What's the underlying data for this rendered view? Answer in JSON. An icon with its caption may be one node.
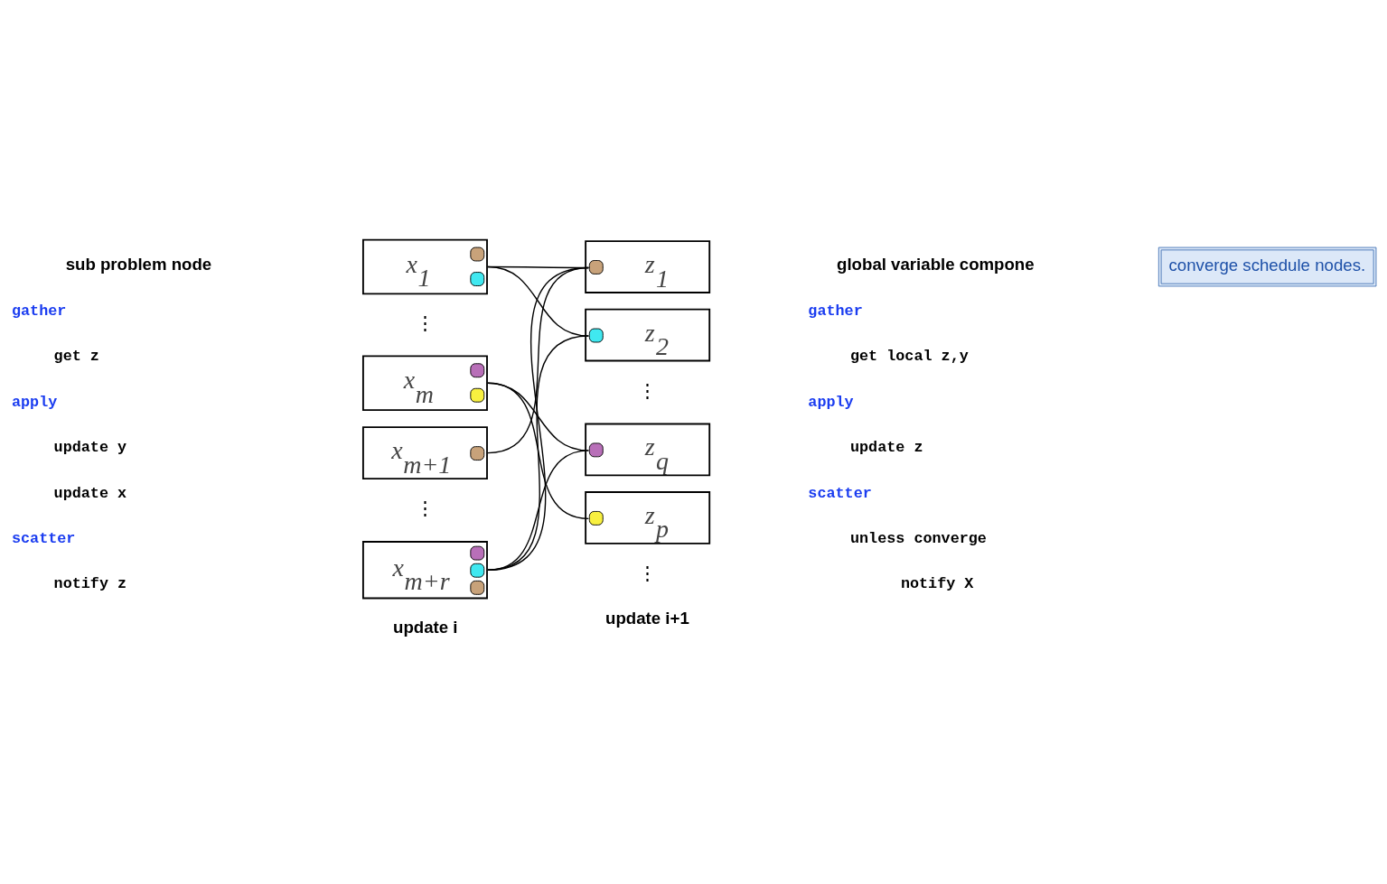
{
  "diagram": {
    "nodes": [
      {
        "text": [
          "x$_{1}$"
        ]
      },
      {
        "text": [
          "x$_{m}$"
        ]
      },
      {
        "text": [
          "x$_{m+1}$"
        ]
      },
      {
        "text": [
          "x$_{m+r}$"
        ]
      },
      {
        "text": [
          "z$_{1}$"
        ]
      },
      {
        "text": [
          "z$_{2}$"
        ]
      },
      {
        "text": [
          "z$_{q}$"
        ]
      },
      {
        "text": [
          "z$_{p}$"
        ]
      },
      {
        "text": [
          "converge schedule nodes."
        ]
      }
    ],
    "edges": [
      {
        "from": 0,
        "to": 4,
        "arrow": "none"
      },
      {
        "from": 0,
        "to": 5,
        "arrow": "none"
      },
      {
        "from": 1,
        "to": 6,
        "arrow": "none"
      },
      {
        "from": 1,
        "to": 7,
        "arrow": "none"
      },
      {
        "from": 2,
        "to": 4,
        "arrow": "none"
      },
      {
        "from": 3,
        "to": 4,
        "arrow": "none"
      },
      {
        "from": 3,
        "to": 5,
        "arrow": "none"
      },
      {
        "from": 3,
        "to": 6,
        "arrow": "none"
      }
    ],
    "labels": [
      "sub problem node",
      "global variable compone",
      "gather",
      "get z",
      "apply",
      "update y",
      "update x",
      "scatter",
      "notify z",
      "⋮",
      "⋮",
      "⋮",
      "⋮",
      "gather",
      "get local z,y",
      "apply",
      "update z",
      "scatter",
      "unless converge",
      "notify X",
      "update i",
      "update i+1"
    ]
  }
}
